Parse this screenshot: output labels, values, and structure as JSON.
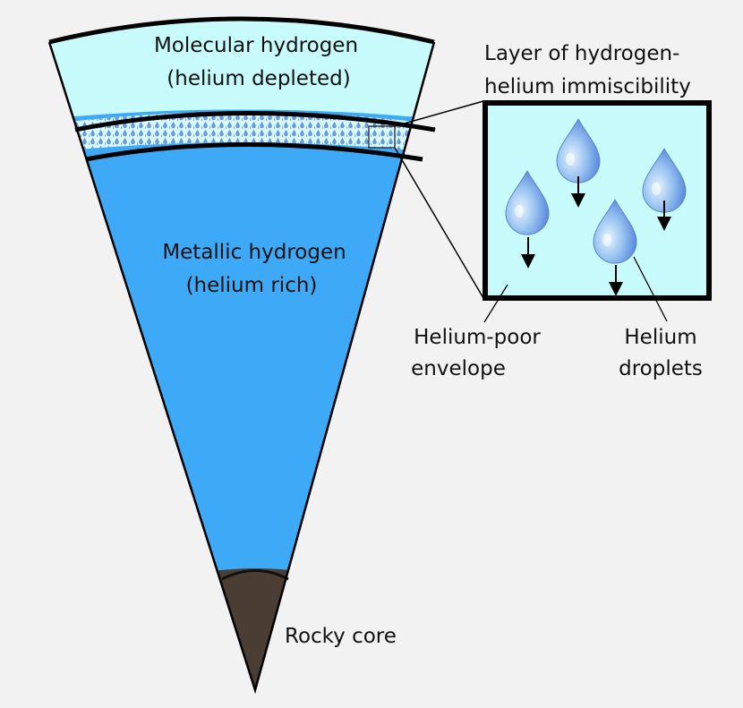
{
  "labels": {
    "molecular_line1": "Molecular hydrogen",
    "molecular_line2": "(helium depleted)",
    "layer_line1": "Layer of hydrogen-",
    "layer_line2": "helium immiscibility",
    "metallic_line1": "Metallic hydrogen",
    "metallic_line2": "(helium rich)",
    "envelope_line1": "Helium-poor",
    "envelope_line2": "envelope",
    "droplets_line1": "Helium",
    "droplets_line2": "droplets",
    "core": "Rocky core"
  },
  "colors": {
    "background": "#f2f2f2",
    "molecular": "#c8fbfb",
    "immiscible_layer": "#d9fafd",
    "metallic": "#3ea9f6",
    "core": "#4a3d34",
    "droplet": "#8fbff0",
    "droplet_dark": "#4f7fd8",
    "outline": "#000000"
  },
  "icons": {
    "droplet": "water-droplet-icon",
    "arrow": "arrow-down-icon"
  }
}
